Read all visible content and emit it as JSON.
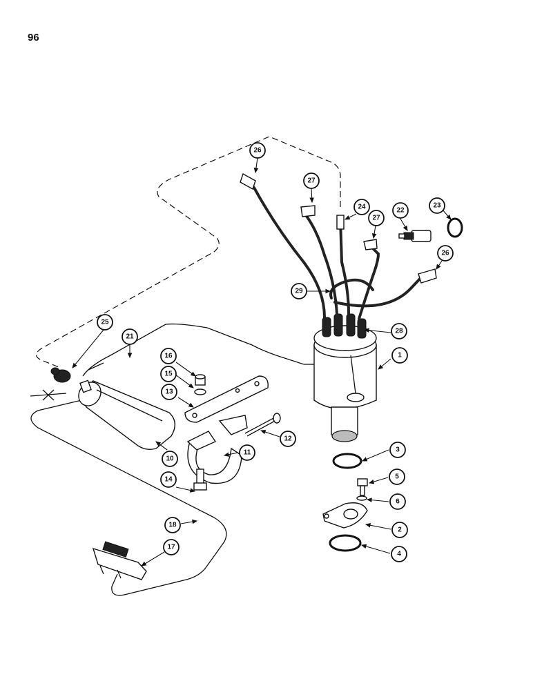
{
  "page": {
    "number": "96"
  },
  "callouts": [
    {
      "label": "1"
    },
    {
      "label": "2"
    },
    {
      "label": "3"
    },
    {
      "label": "4"
    },
    {
      "label": "5"
    },
    {
      "label": "6"
    },
    {
      "label": "10"
    },
    {
      "label": "11"
    },
    {
      "label": "12"
    },
    {
      "label": "13"
    },
    {
      "label": "14"
    },
    {
      "label": "15"
    },
    {
      "label": "16"
    },
    {
      "label": "17"
    },
    {
      "label": "18"
    },
    {
      "label": "21"
    },
    {
      "label": "22"
    },
    {
      "label": "23"
    },
    {
      "label": "24"
    },
    {
      "label": "25"
    },
    {
      "label": "26"
    },
    {
      "label": "26"
    },
    {
      "label": "27"
    },
    {
      "label": "27"
    },
    {
      "label": "28"
    },
    {
      "label": "29"
    }
  ]
}
